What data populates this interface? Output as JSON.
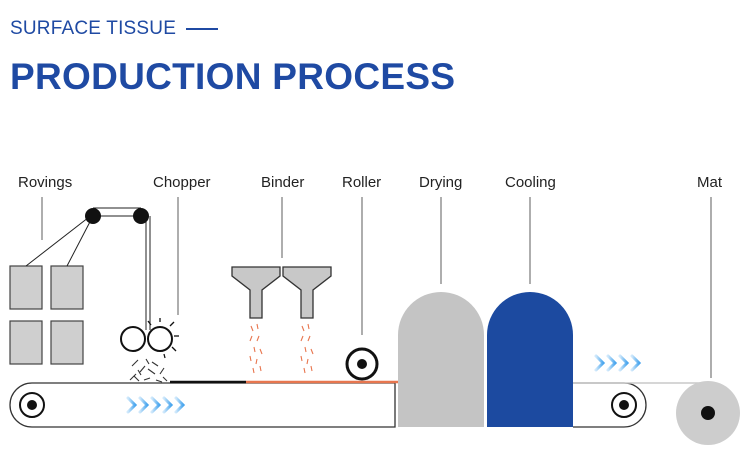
{
  "header": {
    "subtitle": "SURFACE TISSUE",
    "title": "PRODUCTION PROCESS"
  },
  "labels": {
    "rovings": "Rovings",
    "chopper": "Chopper",
    "binder": "Binder",
    "roller": "Roller",
    "drying": "Drying",
    "cooling": "Cooling",
    "mat": "Mat"
  },
  "colors": {
    "brand_blue": "#1f4aa3",
    "drying_gray": "#c4c4c4",
    "cooling_blue": "#1c4aa0",
    "binder_orange": "#e8764f",
    "arrow_light_blue": "#5fb2f0",
    "box_gray": "#cfcfcf"
  }
}
